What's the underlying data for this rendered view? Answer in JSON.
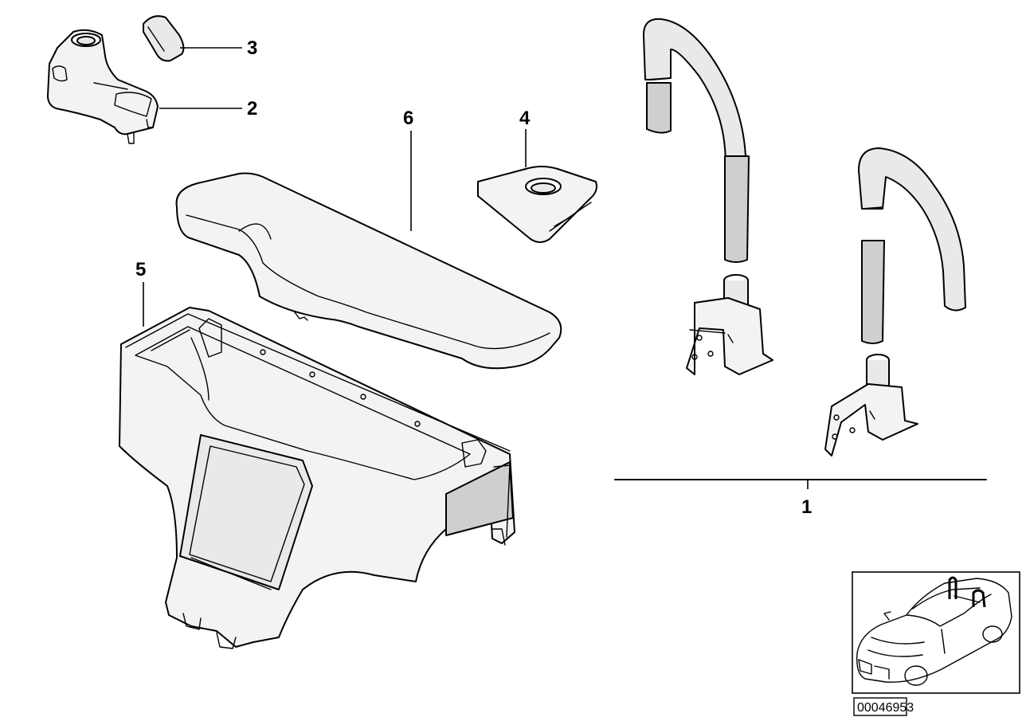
{
  "callouts": {
    "c1": "1",
    "c2": "2",
    "c3": "3",
    "c4": "4",
    "c5": "5",
    "c6": "6"
  },
  "drawing_number": "00046953"
}
